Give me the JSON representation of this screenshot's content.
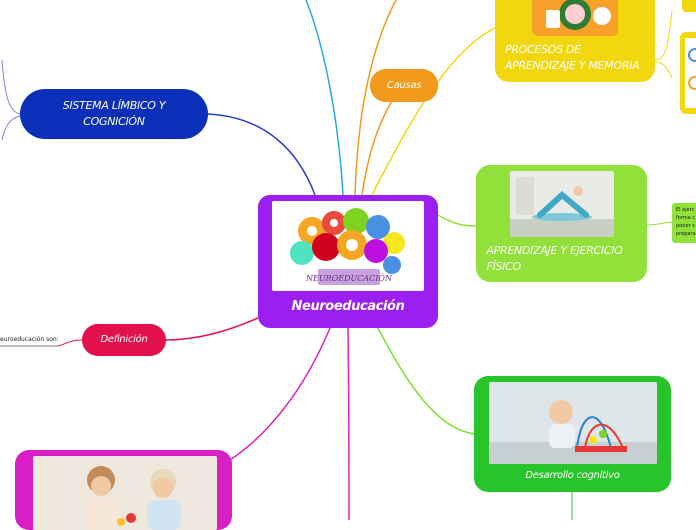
{
  "colors": {
    "central": "#9b1ff0",
    "sistema": "#0a2fb8",
    "causas": "#f19a1b",
    "procesos": "#f2d70e",
    "ejercicio": "#92e03a",
    "desarrollo": "#27c42a",
    "definicion": "#e2104c",
    "bottom_left": "#d81ec4"
  },
  "central": {
    "title": "Neuroeducación",
    "image_label": "NEUROEDUCACIÓN"
  },
  "sistema": {
    "title": "SISTEMA LÍMBICO Y COGNICIÓN"
  },
  "causas": {
    "title": "Causas"
  },
  "procesos": {
    "title": "PROCESOS DE APRENDIZAJE Y MEMORIA"
  },
  "ejercicio": {
    "title": "APRENDIZAJE Y EJERCICIO FÍSICO",
    "note_lines": [
      "El ejerc",
      "forma c",
      "poner s",
      "prepara"
    ]
  },
  "desarrollo": {
    "title": "Desarrollo cognitivo"
  },
  "definicion": {
    "title": "Definición",
    "note": "euroeducación son:"
  },
  "icons": {
    "central_image": "brain-gears-icon",
    "procesos_image": "kids-learning-icon",
    "ejercicio_image": "yoga-woman-icon",
    "desarrollo_image": "baby-toy-icon",
    "bottom_left_image": "toddlers-playing-icon"
  }
}
